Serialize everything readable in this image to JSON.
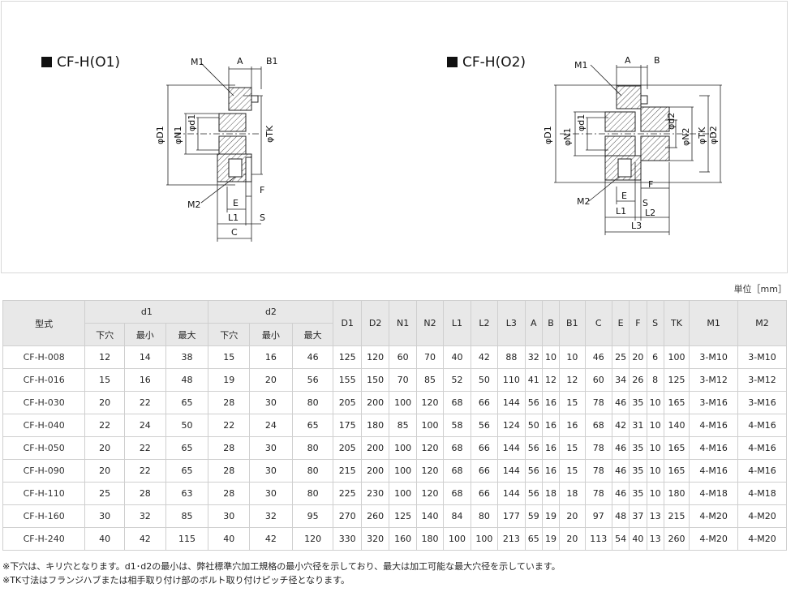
{
  "diagrams": {
    "left": {
      "title": "CF-H(O1)",
      "labels": {
        "m1": "M1",
        "a": "A",
        "b1": "B1",
        "d1": "φD1",
        "n1": "φN1",
        "dd1": "φd1",
        "tk": "φTK",
        "m2": "M2",
        "e": "E",
        "f": "F",
        "l1": "L1",
        "s": "S",
        "c": "C"
      }
    },
    "right": {
      "title": "CF-H(O2)",
      "labels": {
        "m1": "M1",
        "a": "A",
        "b": "B",
        "d1": "φD1",
        "n1": "φN1",
        "dd1": "φd1",
        "dd2": "φd2",
        "n2": "φN2",
        "tk": "φTK",
        "d2": "φD2",
        "m2": "M2",
        "e": "E",
        "f": "F",
        "s": "S",
        "l1": "L1",
        "l2": "L2",
        "l3": "L3"
      }
    }
  },
  "unit_label": "単位［mm］",
  "table": {
    "header_top": [
      "型式",
      "d1",
      "d2",
      "D1",
      "D2",
      "N1",
      "N2",
      "L1",
      "L2",
      "L3",
      "A",
      "B",
      "B1",
      "C",
      "E",
      "F",
      "S",
      "TK",
      "M1",
      "M2"
    ],
    "header_sub": [
      "下穴",
      "最小",
      "最大",
      "下穴",
      "最小",
      "最大"
    ],
    "rows": [
      [
        "CF-H-008",
        "12",
        "14",
        "38",
        "15",
        "16",
        "46",
        "125",
        "120",
        "60",
        "70",
        "40",
        "42",
        "88",
        "32",
        "10",
        "10",
        "46",
        "25",
        "20",
        "6",
        "100",
        "3-M10",
        "3-M10"
      ],
      [
        "CF-H-016",
        "15",
        "16",
        "48",
        "19",
        "20",
        "56",
        "155",
        "150",
        "70",
        "85",
        "52",
        "50",
        "110",
        "41",
        "12",
        "12",
        "60",
        "34",
        "26",
        "8",
        "125",
        "3-M12",
        "3-M12"
      ],
      [
        "CF-H-030",
        "20",
        "22",
        "65",
        "28",
        "30",
        "80",
        "205",
        "200",
        "100",
        "120",
        "68",
        "66",
        "144",
        "56",
        "16",
        "15",
        "78",
        "46",
        "35",
        "10",
        "165",
        "3-M16",
        "3-M16"
      ],
      [
        "CF-H-040",
        "22",
        "24",
        "50",
        "22",
        "24",
        "65",
        "175",
        "180",
        "85",
        "100",
        "58",
        "56",
        "124",
        "50",
        "16",
        "16",
        "68",
        "42",
        "31",
        "10",
        "140",
        "4-M16",
        "4-M16"
      ],
      [
        "CF-H-050",
        "20",
        "22",
        "65",
        "28",
        "30",
        "80",
        "205",
        "200",
        "100",
        "120",
        "68",
        "66",
        "144",
        "56",
        "16",
        "15",
        "78",
        "46",
        "35",
        "10",
        "165",
        "4-M16",
        "4-M16"
      ],
      [
        "CF-H-090",
        "20",
        "22",
        "65",
        "28",
        "30",
        "80",
        "215",
        "200",
        "100",
        "120",
        "68",
        "66",
        "144",
        "56",
        "16",
        "15",
        "78",
        "46",
        "35",
        "10",
        "165",
        "4-M16",
        "4-M16"
      ],
      [
        "CF-H-110",
        "25",
        "28",
        "63",
        "28",
        "30",
        "80",
        "225",
        "230",
        "100",
        "120",
        "68",
        "66",
        "144",
        "56",
        "18",
        "18",
        "78",
        "46",
        "35",
        "10",
        "180",
        "4-M18",
        "4-M18"
      ],
      [
        "CF-H-160",
        "30",
        "32",
        "85",
        "30",
        "32",
        "95",
        "270",
        "260",
        "125",
        "140",
        "84",
        "80",
        "177",
        "59",
        "19",
        "20",
        "97",
        "48",
        "37",
        "13",
        "215",
        "4-M20",
        "4-M20"
      ],
      [
        "CF-H-240",
        "40",
        "42",
        "115",
        "40",
        "42",
        "120",
        "330",
        "320",
        "160",
        "180",
        "100",
        "100",
        "213",
        "65",
        "19",
        "20",
        "113",
        "54",
        "40",
        "13",
        "260",
        "4-M20",
        "4-M20"
      ]
    ]
  },
  "notes": [
    "※下穴は、キリ穴となります。d1･d2の最小は、弊社標準穴加工規格の最小穴径を示しており、最大は加工可能な最大穴径を示しています。",
    "※TK寸法はフランジハブまたは相手取り付け部のボルト取り付けピッチ径となります。"
  ]
}
